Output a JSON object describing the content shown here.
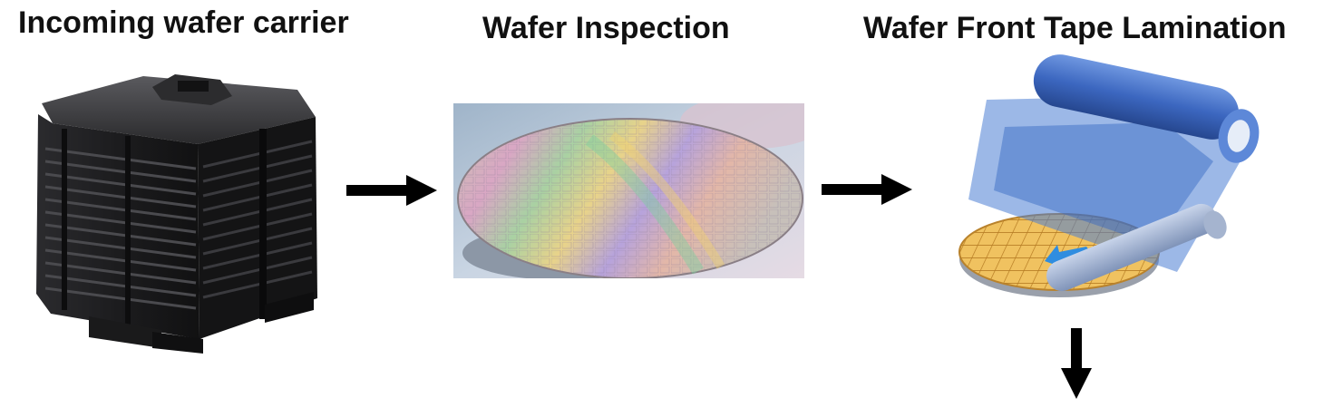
{
  "steps": [
    {
      "title": "Incoming wafer carrier",
      "illustration_icon": "wafer-carrier-icon"
    },
    {
      "title": "Wafer Inspection",
      "illustration_icon": "silicon-wafer-icon"
    },
    {
      "title": "Wafer Front Tape Lamination",
      "illustration_icon": "tape-lamination-icon"
    }
  ],
  "arrows": [
    {
      "direction": "right",
      "from": "Incoming wafer carrier",
      "to": "Wafer Inspection"
    },
    {
      "direction": "right",
      "from": "Wafer Inspection",
      "to": "Wafer Front Tape Lamination"
    },
    {
      "direction": "down",
      "from": "Wafer Front Tape Lamination",
      "to": ""
    }
  ],
  "colors": {
    "arrow": "#000000",
    "carrier_body": "#1f1f21",
    "tape_film": "#4a7ed4",
    "roller": "#3f6fc5",
    "wafer_grid": "#e8b24a",
    "inspection_arrow": "#2f8de0"
  }
}
